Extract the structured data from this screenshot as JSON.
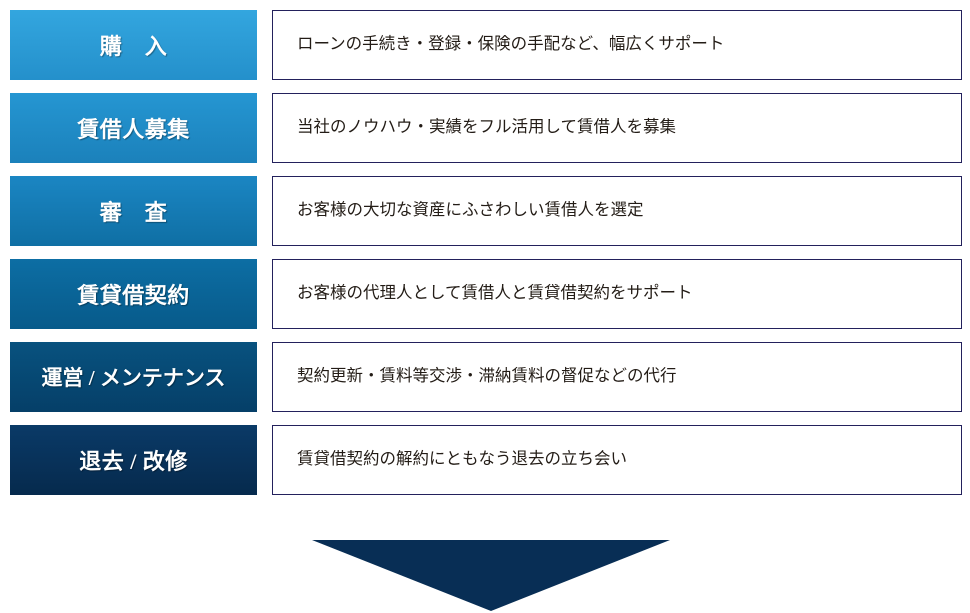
{
  "diagram": {
    "title": "",
    "type": "process-flow",
    "arrow": {
      "name": "down-arrow",
      "color": "#082e55",
      "direction": "down"
    },
    "colors": {
      "box_border": "#23215c",
      "box_background": "#ffffff",
      "text": "#231c16",
      "label_text": "#ffffff",
      "stage_1": "#2a9bd5",
      "stage_2": "#1f8dc6",
      "stage_3": "#137ab0",
      "stage_4": "#0a6496",
      "stage_5": "#074a76",
      "stage_6": "#0a3360"
    },
    "rows": [
      {
        "stage": "購　入",
        "description": "ローンの手続き・登録・保険の手配など、幅広くサポート",
        "gradient_from": "#33a6df",
        "gradient_to": "#2490cb"
      },
      {
        "stage": "賃借人募集",
        "description": "当社のノウハウ・実績をフル活用して賃借人を募集",
        "gradient_from": "#2596d2",
        "gradient_to": "#1b81bb"
      },
      {
        "stage": "審　査",
        "description": "お客様の大切な資産にふさわしい賃借人を選定",
        "gradient_from": "#1b86c3",
        "gradient_to": "#0f6fa4"
      },
      {
        "stage": "賃貸借契約",
        "description": "お客様の代理人として賃借人と賃貸借契約をサポート",
        "gradient_from": "#0d6ea4",
        "gradient_to": "#075a8a"
      },
      {
        "stage": "運営 / メンテナンス",
        "description": "契約更新・賃料等交渉・滞納賃料の督促などの代行",
        "gradient_from": "#08527f",
        "gradient_to": "#053f68"
      },
      {
        "stage": "退去 / 改修",
        "description": "賃貸借契約の解約にともなう退去の立ち会い",
        "gradient_from": "#0a3a67",
        "gradient_to": "#062a4d"
      }
    ]
  }
}
